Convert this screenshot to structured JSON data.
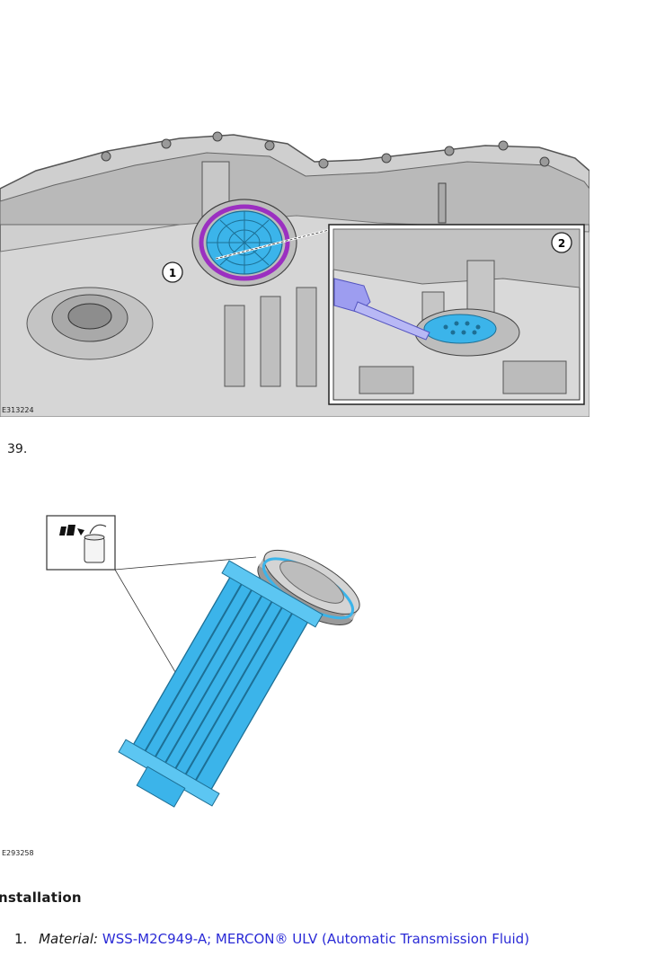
{
  "figure1": {
    "code": "E313224",
    "callouts": [
      "1",
      "2"
    ]
  },
  "step39": {
    "number": "39."
  },
  "figure2": {
    "code": "E293258"
  },
  "installation": {
    "heading": "nstallation",
    "step1_number": "1.",
    "step1_material_label": "Material:",
    "step1_material_link": "WSS-M2C949-A; MERCON® ULV (Automatic Transmission Fluid)"
  },
  "colors": {
    "accent_blue": "#3bb4ea",
    "link": "#2a2ad6",
    "gasket_purple": "#9b2fc1"
  },
  "icons": [
    "recycle-bin-icon"
  ]
}
